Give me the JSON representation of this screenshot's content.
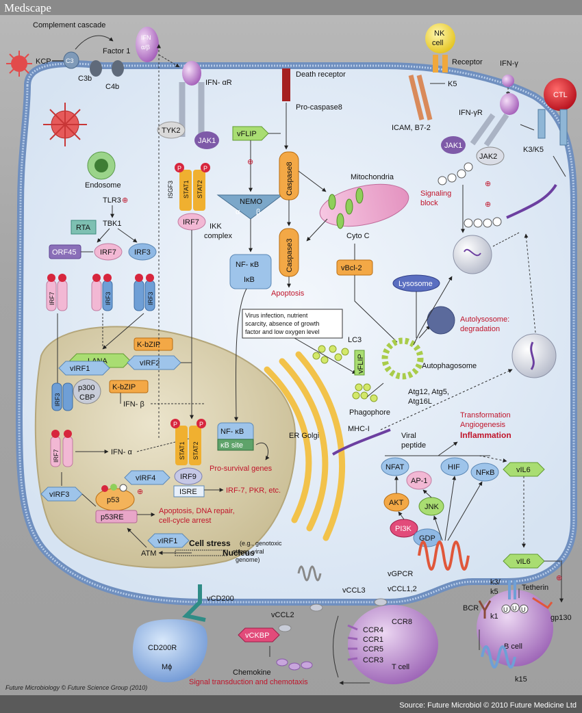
{
  "header": {
    "brand": "Medscape"
  },
  "footer": {
    "credit": "Future Microbiology © Future Science Group (2010)",
    "source": "Source: Future Microbiol © 2010 Future Medicine Ltd"
  },
  "labels": {
    "complement_cascade": "Complement cascade",
    "factor1": "Factor 1",
    "kcp": "KCP",
    "c3": "C3",
    "c3b": "C3b",
    "c4b": "C4b",
    "ifn_ab_1": "IFN",
    "ifn_ab_2": "α/β",
    "ifn_ar": "IFN- αR",
    "tyk2": "TYK2",
    "jak1_a": "JAK1",
    "isgf3": "ISGF3",
    "stat1_a": "STAT1",
    "stat2_a": "STAT2",
    "irf7_c": "IRF7",
    "p": "P",
    "death_receptor": "Death receptor",
    "pro_caspase8": "Pro-caspase8",
    "vflip_a": "vFLIP",
    "nemo": "NEMO",
    "alpha": "α",
    "beta": "β",
    "ikk_1": "IKK",
    "ikk_2": "complex",
    "nfkb_c": "NF- κB",
    "ikb": "IκB",
    "caspase8": "Caspase8",
    "caspase3": "Caspase3",
    "apoptosis": "Apoptosis",
    "mitochondria": "Mitochondria",
    "cyto_c": "Cyto C",
    "vbcl2": "vBcl-2",
    "nk_1": "NK",
    "nk_2": "cell",
    "receptor": "Receptor",
    "k5": "K5",
    "icam": "ICAM, B7-2",
    "ifn_g": "IFN-γ",
    "ctl": "CTL",
    "ifn_gr": "IFN-γR",
    "jak1_b": "JAK1",
    "jak2": "JAK2",
    "k3k5": "K3/K5",
    "u": "U",
    "signaling_1": "Signaling",
    "signaling_2": "block",
    "endosome": "Endosome",
    "tlr3": "TLR3",
    "tbk1": "TBK1",
    "rta": "RTA",
    "orf45": "ORF45",
    "irf7": "IRF7",
    "irf3": "IRF3",
    "lana": "LANA",
    "vIRF1": "vIRF1",
    "kbzip": "K-bZIP",
    "virf2": "vIRF2",
    "p300": "p300",
    "cbp": "CBP",
    "ifn_b": "IFN- β",
    "ifn_a": "IFN- α",
    "vIRF3": "vIRF3",
    "vIRF4": "vIRF4",
    "p53": "p53",
    "p53re": "p53RE",
    "apoptosis_dna_1": "Apoptosis, DNA repair,",
    "apoptosis_dna_2": "cell-cycle arrest",
    "nucleus": "Nucleus",
    "atm": "ATM",
    "cell_stress": "Cell stress",
    "cell_stress_sub_1": "(e.g., genotoxic",
    "cell_stress_sub_2": "stress, viral",
    "cell_stress_sub_3": "genome)",
    "nfkb_n": "NF- κB",
    "kb_site": "κB site",
    "prosurvival": "Pro-survival genes",
    "stat1_n": "STAT1",
    "stat2_n": "STAT2",
    "irf9": "IRF9",
    "isre": "ISRE",
    "irf7_pkr": "IRF-7, PKR, etc.",
    "er_golgi": "ER Golgi",
    "virus_box_1": "Virus infection, nutrient",
    "virus_box_2": "scarcity, absence of growth",
    "virus_box_3": "factor and low oxygen level",
    "lc3": "LC3",
    "vflip_b": "vFLIP",
    "phagophore": "Phagophore",
    "autophagosome": "Autophagosome",
    "atg_1": "Atg12, Atg5,",
    "atg_2": "Atg16L",
    "lysosome": "Lysosome",
    "autolyso_1": "Autolysosome:",
    "autolyso_2": "degradation",
    "transformation": "Transformation",
    "angiogenesis": "Angiogenesis",
    "inflammation": "Inflammation",
    "mhc1": "MHC-I",
    "viral_1": "Viral",
    "viral_2": "peptide",
    "nfat": "NFAT",
    "ap1": "AP-1",
    "hif": "HIF",
    "nfkb_r": "NFκB",
    "vil6_a": "vIL6",
    "akt": "AKT",
    "jnk": "JNK",
    "pi3k": "PI3K",
    "gdp": "GDP",
    "vgpcr": "vGPCR",
    "vil6_b": "vIL6",
    "k3k5_b_1": "k3/",
    "k3k5_b_2": "k5",
    "tetherin": "Tetherin",
    "bcr": "BCR",
    "k1": "k1",
    "gp130": "gp130",
    "bcell": "B cell",
    "k15": "k15",
    "vcd200": "vCD200",
    "cd200r": "CD200R",
    "mphi": "Mϕ",
    "vccl3": "vCCL3",
    "vccl12": "vCCL1,2",
    "vccl2": "vCCL2",
    "ccr8": "CCR8",
    "ccr4": "CCR4",
    "ccr1": "CCR1",
    "ccr5": "CCR5",
    "ccr3": "CCR3",
    "tcell": "T cell",
    "vckbp": "vCKBP",
    "chemokine": "Chemokine",
    "signal_trans": "Signal transduction and chemotaxis",
    "plus": "⊕"
  },
  "colors": {
    "membrane_outer": "#6f8fbf",
    "cytoplasm": "#e6eef8",
    "nucleus": "#d8ceae",
    "red_text": "#c0142a",
    "irf_pink": "#f2b8d4",
    "irf_blue": "#6f9fd6",
    "green_hex": "#8fcf5a",
    "orange": "#f0a63c",
    "purple": "#8a6fb8"
  }
}
